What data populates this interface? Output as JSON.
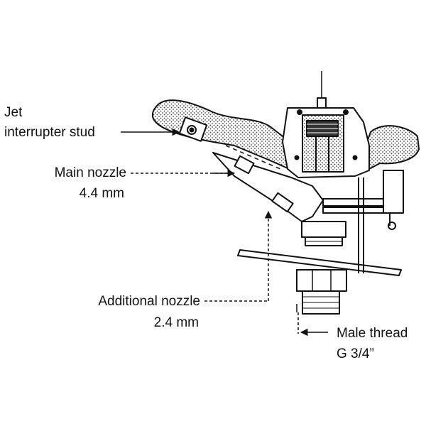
{
  "labels": {
    "jet_stud_line1": "Jet",
    "jet_stud_line2": "interrupter stud",
    "main_nozzle_line1": "Main nozzle",
    "main_nozzle_line2": "4.4 mm",
    "additional_nozzle_line1": "Additional nozzle",
    "additional_nozzle_line2": "2.4 mm",
    "male_thread_line1": "Male thread",
    "male_thread_line2": "G 3/4”"
  },
  "colors": {
    "line": "#111111",
    "stipple": "#555555",
    "background": "#ffffff"
  }
}
